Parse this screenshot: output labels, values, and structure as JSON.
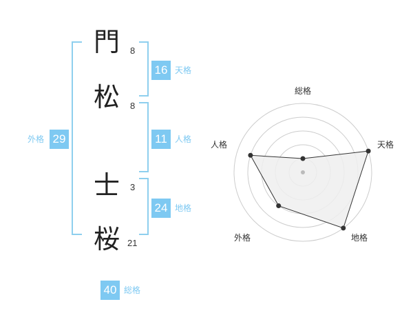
{
  "name": {
    "chars": [
      {
        "kanji": "門",
        "strokes": "8"
      },
      {
        "kanji": "松",
        "strokes": "8"
      },
      {
        "kanji": "士",
        "strokes": "3"
      },
      {
        "kanji": "桜",
        "strokes": "21"
      }
    ]
  },
  "scores": {
    "tenkaku": {
      "value": "16",
      "label": "天格"
    },
    "jinkaku": {
      "value": "11",
      "label": "人格"
    },
    "chikaku": {
      "value": "24",
      "label": "地格"
    },
    "gaikaku": {
      "value": "29",
      "label": "外格"
    },
    "soukaku": {
      "value": "40",
      "label": "総格"
    }
  },
  "radar": {
    "axes": [
      "総格",
      "天格",
      "地格",
      "外格",
      "人格"
    ],
    "max": 5,
    "values": [
      1,
      5,
      5,
      3,
      4
    ],
    "ring_count": 5,
    "fill_color": "#eeeeee",
    "line_color": "#333333",
    "grid_color": "#cccccc"
  },
  "colors": {
    "accent": "#7ec9f2",
    "bracket": "#8ecfee"
  }
}
